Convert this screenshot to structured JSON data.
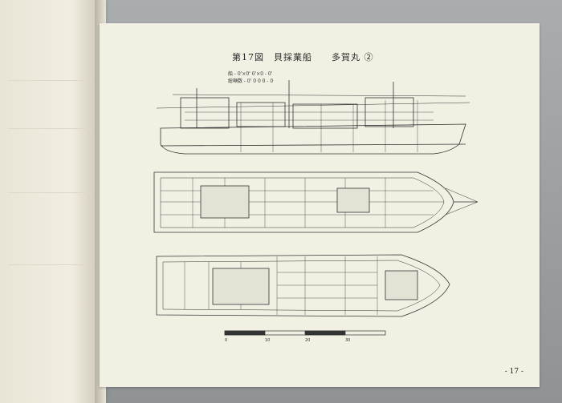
{
  "figure": {
    "title": "第17図　貝採業船　　多賀丸 ②",
    "specs_line1": "船 - 0'×0'  0'×0 - 0'",
    "specs_line2": "総噸数 - 0'  0  0  0 - 0"
  },
  "page": {
    "number": "- 17 -"
  },
  "scale_bar": {
    "labels": [
      "0",
      "10",
      "20",
      "30"
    ]
  }
}
